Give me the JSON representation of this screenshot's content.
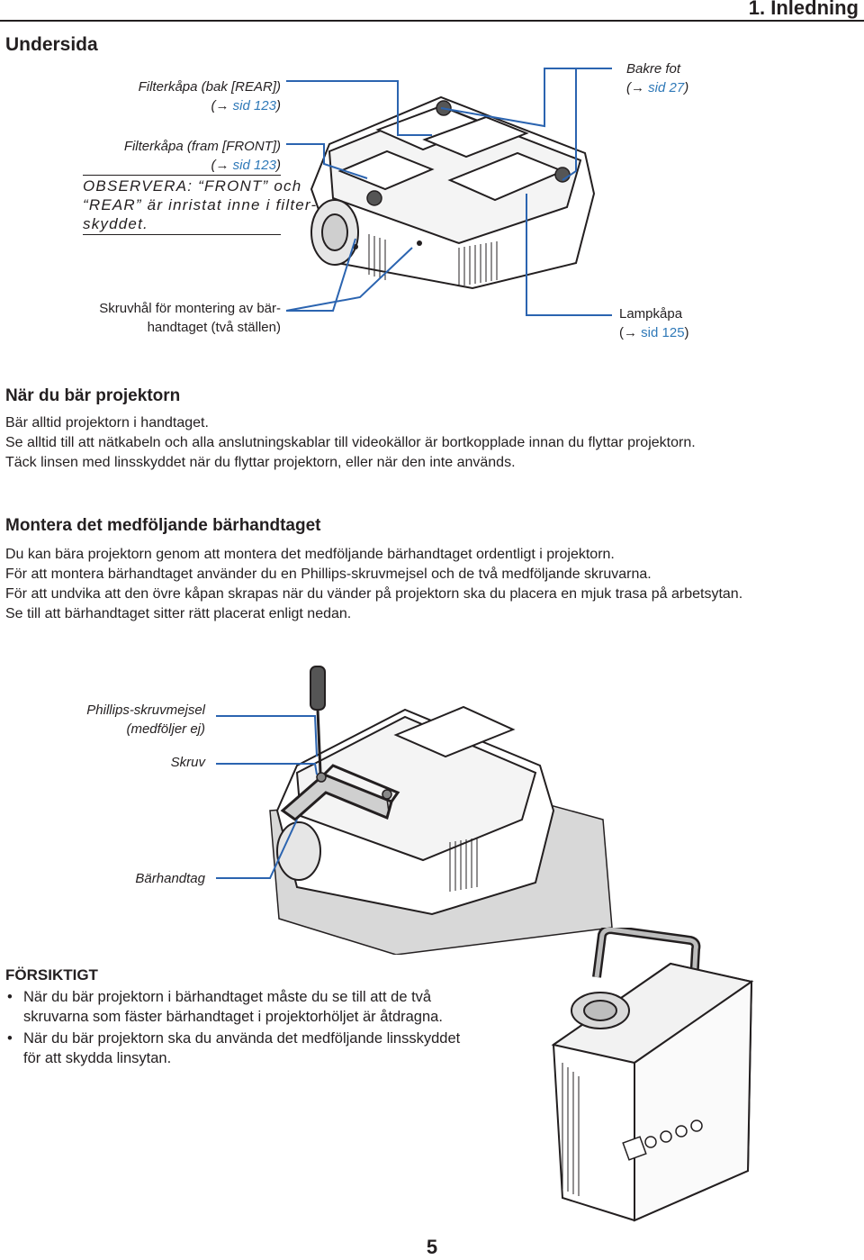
{
  "header": {
    "chapter": "1. Inledning"
  },
  "bottom_view": {
    "title": "Undersida",
    "filter_rear": {
      "line1": "Filterkåpa (bak [REAR])",
      "paren_open": "(",
      "arrow": "→",
      "ref": "sid 123",
      "paren_close": ")"
    },
    "filter_front": {
      "line1": "Filterkåpa (fram [FRONT])",
      "paren_open": "(",
      "arrow": "→",
      "ref": "sid 123",
      "paren_close": ")"
    },
    "note": {
      "line1": "OBSERVERA: “FRONT” och",
      "line2": "“REAR” är inristat inne i filter-",
      "line3": "skyddet."
    },
    "screw_holes": {
      "line1": "Skruvhål för montering av bär-",
      "line2": "handtaget (två ställen)"
    },
    "rear_foot": {
      "line1": "Bakre fot",
      "paren_open": "(",
      "arrow": "→",
      "ref": "sid 27",
      "paren_close": ")"
    },
    "lamp_cover": {
      "line1": "Lampkåpa",
      "paren_open": "(",
      "arrow": "→",
      "ref": "sid 125",
      "paren_close": ")"
    }
  },
  "carrying": {
    "heading": "När du bär projektorn",
    "lines": [
      "Bär alltid projektorn i handtaget.",
      "Se alltid till att nätkabeln och alla anslutningskablar till videokällor är bortkopplade innan du flyttar projektorn.",
      "Täck linsen med linsskyddet när du flyttar projektorn, eller när den inte används."
    ]
  },
  "mounting": {
    "heading": "Montera det medföljande bärhandtaget",
    "lines": [
      "Du kan bära projektorn genom att montera det medföljande bärhandtaget ordentligt i projektorn.",
      "För att montera bärhandtaget använder du en Phillips-skruvmejsel och de två medföljande skruvarna.",
      "För att undvika att den övre kåpan skrapas när du vänder på projektorn ska du placera en mjuk trasa på arbetsytan.",
      "Se till att bärhandtaget sitter rätt placerat enligt nedan."
    ],
    "labels": {
      "screwdriver_line1": "Phillips-skruvmejsel",
      "screwdriver_line2": "(medföljer ej)",
      "screw": "Skruv",
      "handle": "Bärhandtag"
    }
  },
  "caution": {
    "title": "FÖRSIKTIGT",
    "bullet": "•",
    "items": [
      {
        "line1": "När du bär projektorn i bärhandtaget måste du se till att de två",
        "line2": "skruvarna som fäster bärhandtaget i projektorhöljet är åtdragna."
      },
      {
        "line1": "När du bär projektorn ska du använda det medföljande linsskyddet",
        "line2": "för att skydda linsytan."
      }
    ]
  },
  "colors": {
    "text": "#231f20",
    "accent_blue": "#2f79b8",
    "leader_blue": "#2b64b0"
  },
  "page_number": "5"
}
